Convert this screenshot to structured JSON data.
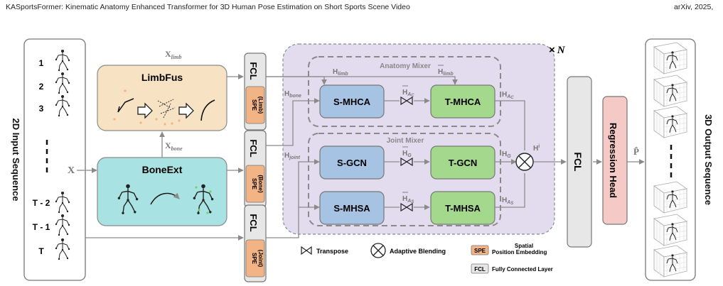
{
  "header": {
    "title": "KASportsFormer: Kinematic Anatomy Enhanced Transformer for 3D Human Pose Estimation on Short Sports Scene Video",
    "venue": "arXiv, 2025,"
  },
  "figure": {
    "input_label": "2D Input Sequence",
    "output_label": "3D Output Sequence",
    "frames": [
      "1",
      "2",
      "3",
      "T - 2",
      "T - 1",
      "T"
    ],
    "x_symbol": "X",
    "p_symbol": "P̂",
    "limbfus": "LimbFus",
    "boneext": "BoneExt",
    "x_limb": "X",
    "x_limb_sub": "limb",
    "x_bone": "X",
    "x_bone_sub": "bone",
    "fcl": "FCL",
    "spe": "SPE",
    "spe_limb": "(Limb)",
    "spe_bone": "(Bone)",
    "spe_joint": "(Joint)",
    "times_n": "×",
    "n_symbol": "N",
    "anatomy_mixer": "Anatomy Mixer",
    "joint_mixer": "Joint Mixer",
    "s_mhca": "S-MHCA",
    "t_mhca": "T-MHCA",
    "s_gcn": "S-GCN",
    "t_gcn": "T-GCN",
    "s_mhsa": "S-MHSA",
    "t_mhsa": "T-MHSA",
    "h": "H",
    "h_limb_sub": "limb",
    "h_bone_sub": "bone",
    "h_joint_sub": "joint",
    "h_ac_sub": "A",
    "h_ac_subsub": "C",
    "h_g_sub": "G",
    "h_as_sub": "A",
    "h_as_subsub": "S",
    "h_i_sup": "i",
    "regression_head": "Regression Head",
    "legend": {
      "transpose": "Transpose",
      "blending": "Adaptive Blending",
      "spe_tag": "SPE",
      "spe_desc_1": "Spatial",
      "spe_desc_2": "Position Embedding",
      "fcl_tag": "FCL",
      "fcl_desc": "Fully Connected Layer"
    },
    "colors": {
      "limbfus": "#f8e2c4",
      "boneext": "#a9e2e2",
      "smodule": "#a7c3e4",
      "tmodule": "#a4d98d",
      "mixer_bg": "#e3dcef",
      "regression": "#f4c9c6",
      "spe": "#f2b385",
      "fcl": "#e7e7e7",
      "arrow": "#8a8a8a"
    }
  }
}
